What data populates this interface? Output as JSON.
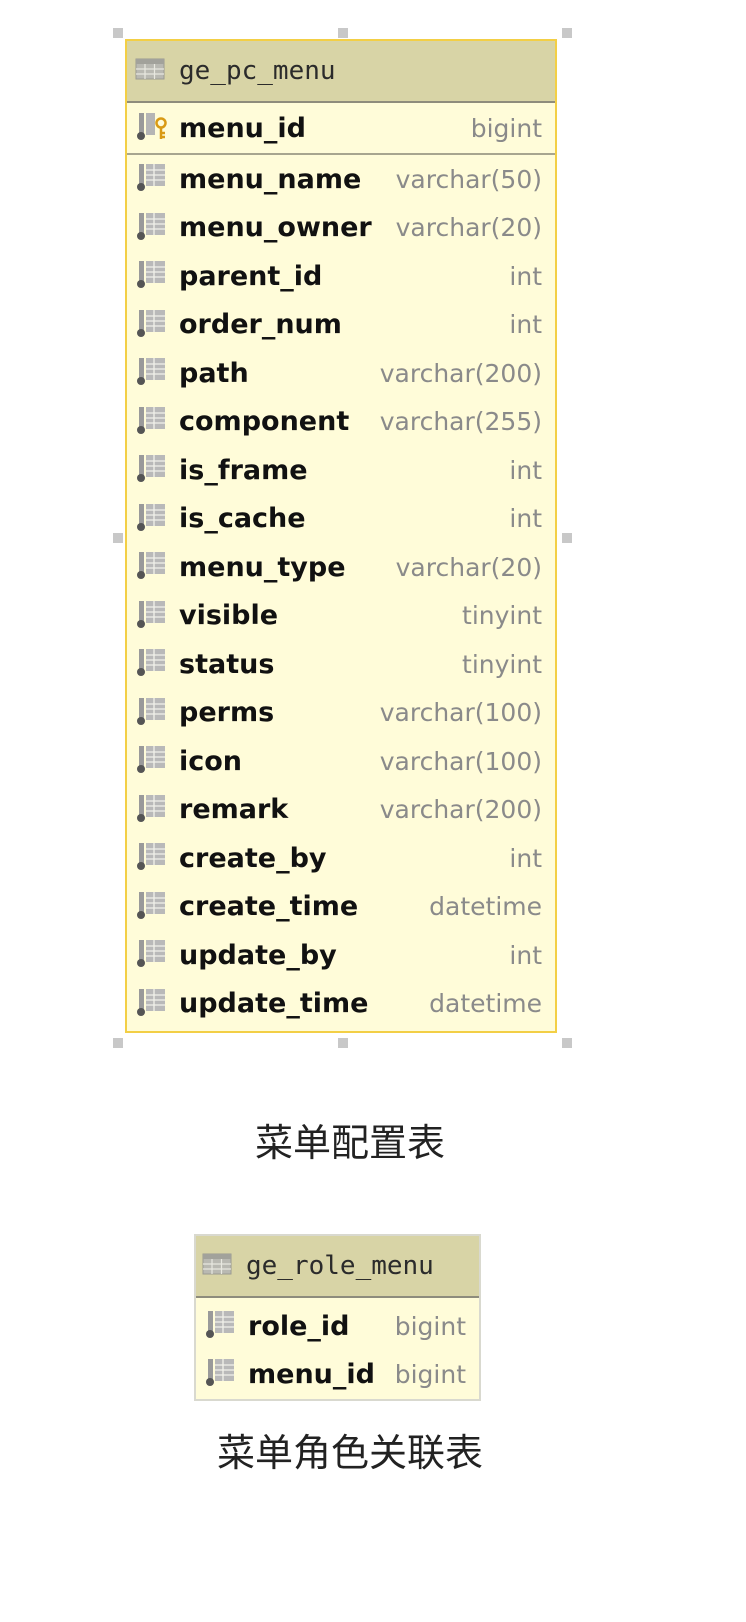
{
  "tables": {
    "menu": {
      "title": "ge_pc_menu",
      "primary_key": {
        "name": "menu_id",
        "type": "bigint"
      },
      "columns": [
        {
          "name": "menu_name",
          "type": "varchar(50)"
        },
        {
          "name": "menu_owner",
          "type": "varchar(20)"
        },
        {
          "name": "parent_id",
          "type": "int"
        },
        {
          "name": "order_num",
          "type": "int"
        },
        {
          "name": "path",
          "type": "varchar(200)"
        },
        {
          "name": "component",
          "type": "varchar(255)"
        },
        {
          "name": "is_frame",
          "type": "int"
        },
        {
          "name": "is_cache",
          "type": "int"
        },
        {
          "name": "menu_type",
          "type": "varchar(20)"
        },
        {
          "name": "visible",
          "type": "tinyint"
        },
        {
          "name": "status",
          "type": "tinyint"
        },
        {
          "name": "perms",
          "type": "varchar(100)"
        },
        {
          "name": "icon",
          "type": "varchar(100)"
        },
        {
          "name": "remark",
          "type": "varchar(200)"
        },
        {
          "name": "create_by",
          "type": "int"
        },
        {
          "name": "create_time",
          "type": "datetime"
        },
        {
          "name": "update_by",
          "type": "int"
        },
        {
          "name": "update_time",
          "type": "datetime"
        }
      ],
      "caption": "菜单配置表"
    },
    "role_menu": {
      "title": "ge_role_menu",
      "columns": [
        {
          "name": "role_id",
          "type": "bigint"
        },
        {
          "name": "menu_id",
          "type": "bigint"
        }
      ],
      "caption": "菜单角色关联表"
    }
  },
  "colors": {
    "table_bg": "#fffcd9",
    "header_bg": "#d8d4a6",
    "selection_border": "#f3cf45",
    "type_text": "#8a8a8a"
  },
  "icons": {
    "table": "table-icon",
    "column": "column-icon",
    "primary_key": "primary-key-icon"
  }
}
